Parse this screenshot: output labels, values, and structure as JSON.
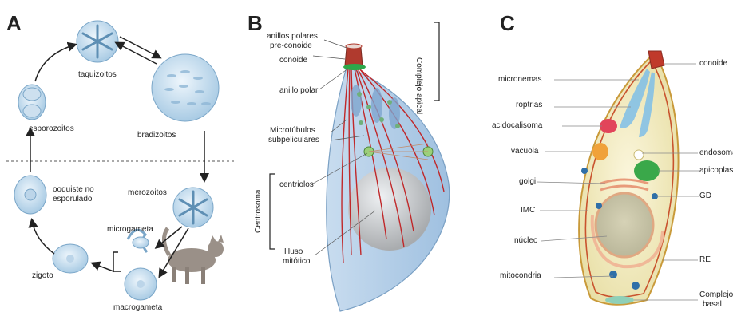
{
  "panels": {
    "a": {
      "letter": "A",
      "labels": {
        "tachyzoites": "taquizoitos",
        "bradyzoites": "bradizoitos",
        "sporozoites": "esporozoitos",
        "merozoites": "merozoitos",
        "oocyst_line1": "ooquiste no",
        "oocyst_line2": "esporulado",
        "microgamete": "microgameta",
        "zygote": "zigoto",
        "macrogamete": "macrogameta"
      }
    },
    "b": {
      "letter": "B",
      "labels": {
        "preconoid_rings_line1": "anillos polares",
        "preconoid_rings_line2": "pre-conoide",
        "conoid": "conoide",
        "polar_ring": "anillo polar",
        "microtubules_line1": "Microtúbulos",
        "microtubules_line2": "subpeliculares",
        "centrioles": "centriolos",
        "spindle_line1": "Huso",
        "spindle_line2": "mitótico",
        "apical_complex": "Complejo apical",
        "centrosome": "Centrosoma"
      }
    },
    "c": {
      "letter": "C",
      "labels": {
        "micronemes": "micronemas",
        "rhoptries": "roptrias",
        "acidocalcisome": "acidocalisoma",
        "vacuole": "vacuola",
        "golgi": "golgi",
        "imc": "IMC",
        "nucleus": "núcleo",
        "mitochondria": "mitocondria",
        "conoid": "conoide",
        "endosome": "endosoma",
        "apicoplast": "apicoplasto",
        "dense_granules": "GD",
        "er": "RE",
        "basal_complex_line1": "Complejo",
        "basal_complex_line2": "basal"
      }
    }
  }
}
